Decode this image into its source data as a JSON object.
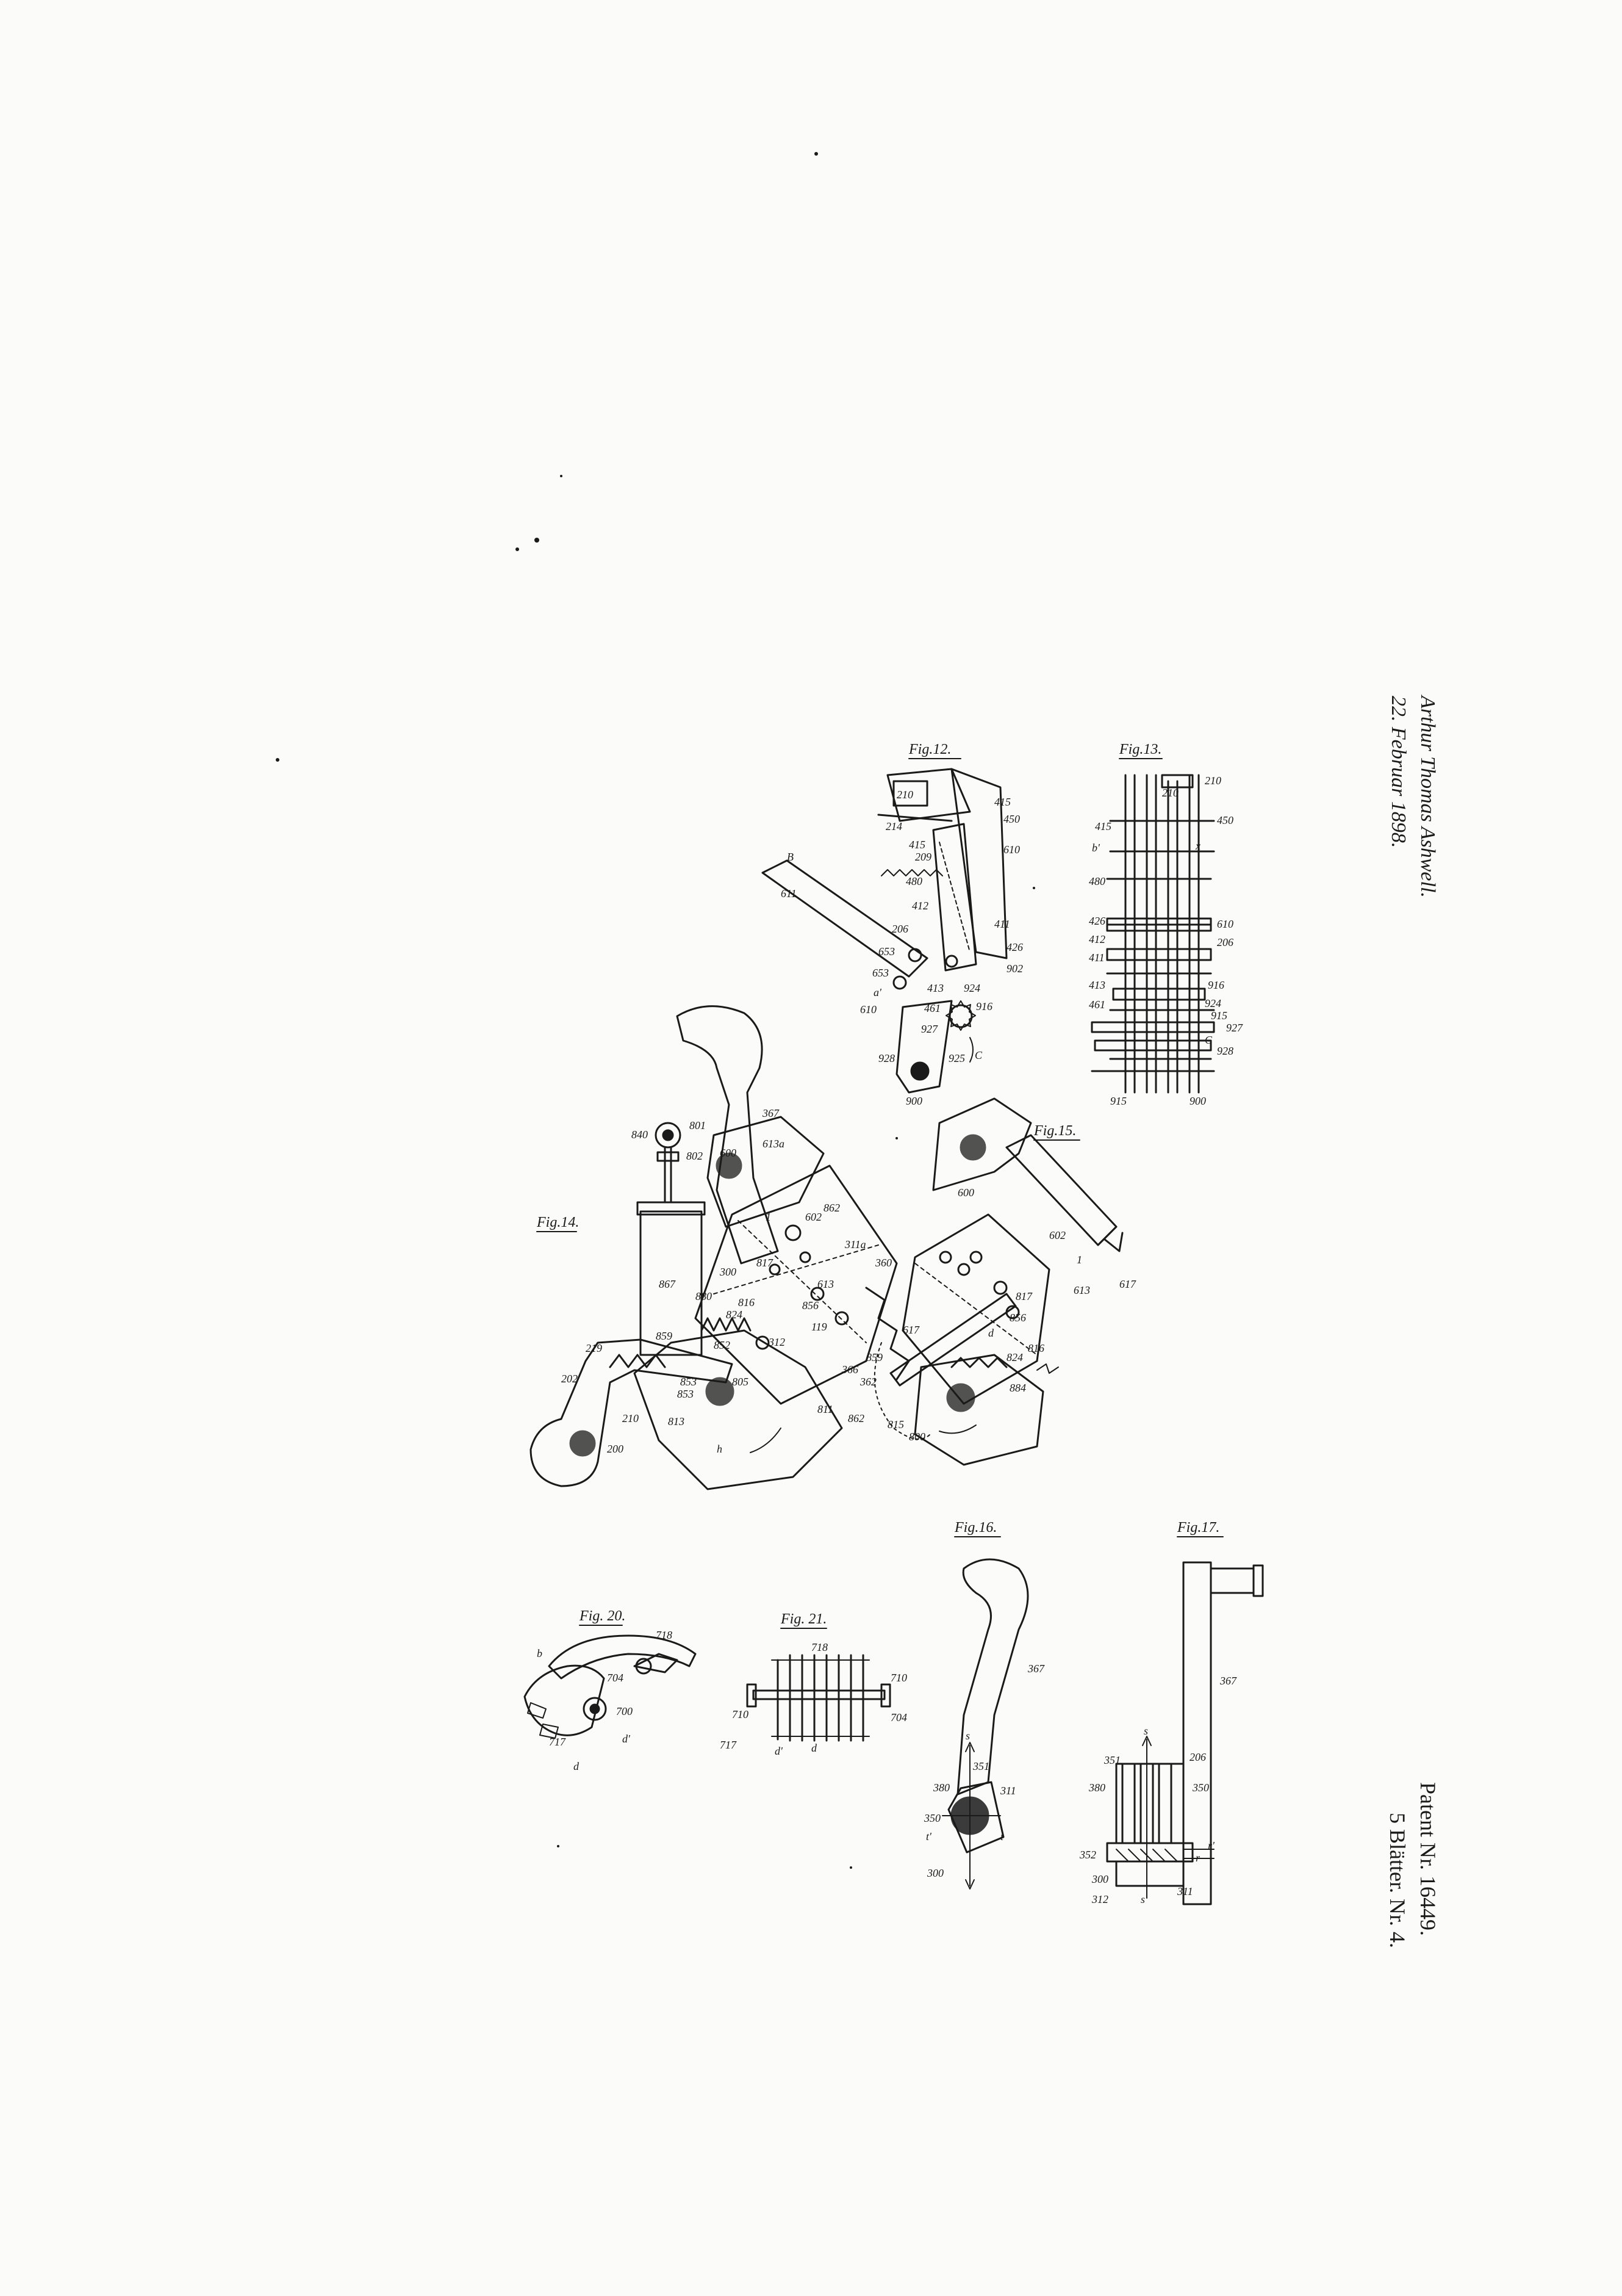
{
  "header": {
    "inventor": "Arthur Thomas Ashwell.",
    "date": "22. Februar 1898."
  },
  "patent": {
    "number": "Patent Nr. 16449.",
    "sheets": "5 Blätter. Nr. 4."
  },
  "figures": {
    "fig12": "Fig.12.",
    "fig13": "Fig.13.",
    "fig14": "Fig.14.",
    "fig15": "Fig.15.",
    "fig16": "Fig.16.",
    "fig17": "Fig.17.",
    "fig20": "Fig. 20.",
    "fig21": "Fig. 21."
  },
  "colors": {
    "ink": "#1a1a1a",
    "paper": "#fbfbf9"
  }
}
